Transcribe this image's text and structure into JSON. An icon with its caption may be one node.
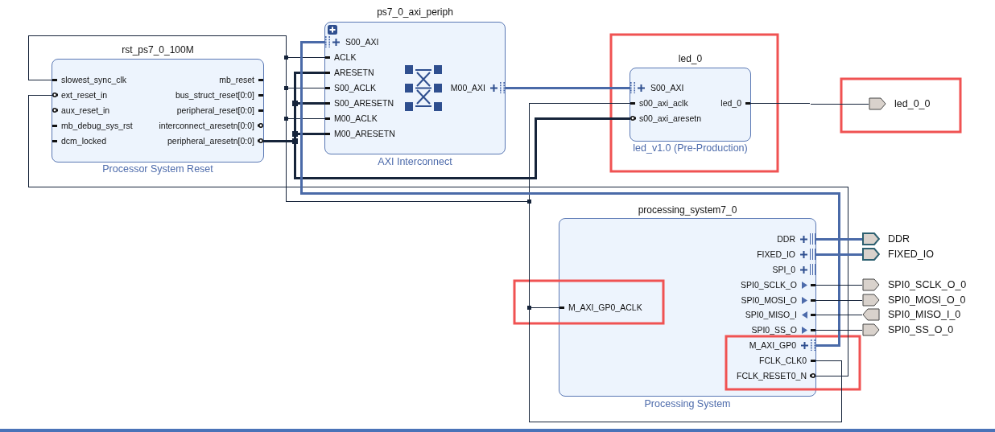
{
  "diagram": {
    "nodes": [
      {
        "text": [
          "rst_ps7_0_100M",
          "Processor System Reset"
        ]
      },
      {
        "text": [
          "slowest_sync_clk"
        ],
        "in": 0
      },
      {
        "text": [
          "ext_reset_in"
        ],
        "in": 0
      },
      {
        "text": [
          "aux_reset_in"
        ],
        "in": 0
      },
      {
        "text": [
          "mb_debug_sys_rst"
        ],
        "in": 0
      },
      {
        "text": [
          "dcm_locked"
        ],
        "in": 0
      },
      {
        "text": [
          "mb_reset"
        ],
        "in": 0
      },
      {
        "text": [
          "bus_struct_reset[0:0]"
        ],
        "in": 0
      },
      {
        "text": [
          "peripheral_reset[0:0]"
        ],
        "in": 0
      },
      {
        "text": [
          "interconnect_aresetn[0:0]"
        ],
        "in": 0
      },
      {
        "text": [
          "peripheral_aresetn[0:0]"
        ],
        "in": 0
      },
      {
        "text": [
          "ps7_0_axi_periph",
          "AXI Interconnect"
        ]
      },
      {
        "text": [
          "S00_AXI"
        ],
        "in": 11
      },
      {
        "text": [
          "ACLK"
        ],
        "in": 11
      },
      {
        "text": [
          "ARESETN"
        ],
        "in": 11
      },
      {
        "text": [
          "S00_ACLK"
        ],
        "in": 11
      },
      {
        "text": [
          "S00_ARESETN"
        ],
        "in": 11
      },
      {
        "text": [
          "M00_ACLK"
        ],
        "in": 11
      },
      {
        "text": [
          "M00_ARESETN"
        ],
        "in": 11
      },
      {
        "text": [
          "M00_AXI"
        ],
        "in": 11
      },
      {
        "text": [
          "led_0",
          "led_v1.0 (Pre-Production)"
        ]
      },
      {
        "text": [
          "S00_AXI"
        ],
        "in": 20
      },
      {
        "text": [
          "s00_axi_aclk"
        ],
        "in": 20
      },
      {
        "text": [
          "s00_axi_aresetn"
        ],
        "in": 20
      },
      {
        "text": [
          "led_0"
        ],
        "in": 20
      },
      {
        "text": [
          "led_0_0"
        ]
      },
      {
        "text": [
          "processing_system7_0",
          "Processing System"
        ]
      },
      {
        "text": [
          "M_AXI_GP0_ACLK"
        ],
        "in": 26
      },
      {
        "text": [
          "DDR"
        ],
        "in": 26
      },
      {
        "text": [
          "FIXED_IO"
        ],
        "in": 26
      },
      {
        "text": [
          "SPI_0"
        ],
        "in": 26
      },
      {
        "text": [
          "SPI0_SCLK_O"
        ],
        "in": 26
      },
      {
        "text": [
          "SPI0_MOSI_O"
        ],
        "in": 26
      },
      {
        "text": [
          "SPI0_MISO_I"
        ],
        "in": 26
      },
      {
        "text": [
          "SPI0_SS_O"
        ],
        "in": 26
      },
      {
        "text": [
          "M_AXI_GP0"
        ],
        "in": 26
      },
      {
        "text": [
          "FCLK_CLK0"
        ],
        "in": 26
      },
      {
        "text": [
          "FCLK_RESET0_N"
        ],
        "in": 26
      },
      {
        "text": [
          "DDR"
        ]
      },
      {
        "text": [
          "FIXED_IO"
        ]
      },
      {
        "text": [
          "SPI0_SCLK_O_0"
        ]
      },
      {
        "text": [
          "SPI0_MOSI_O_0"
        ]
      },
      {
        "text": [
          "SPI0_MISO_I_0"
        ]
      },
      {
        "text": [
          "SPI0_SS_O_0"
        ]
      }
    ],
    "edges": [
      {
        "from": 36,
        "to": 1,
        "arrow": "none"
      },
      {
        "from": 36,
        "to": 13,
        "arrow": "none"
      },
      {
        "from": 36,
        "to": 15,
        "arrow": "none"
      },
      {
        "from": 36,
        "to": 17,
        "arrow": "none"
      },
      {
        "from": 36,
        "to": 22,
        "arrow": "none"
      },
      {
        "from": 36,
        "to": 27,
        "arrow": "none"
      },
      {
        "from": 37,
        "to": 2,
        "arrow": "none"
      },
      {
        "from": 10,
        "to": 14,
        "arrow": "none",
        "style": "thick"
      },
      {
        "from": 10,
        "to": 16,
        "arrow": "none",
        "style": "thick"
      },
      {
        "from": 10,
        "to": 18,
        "arrow": "none",
        "style": "thick"
      },
      {
        "from": 10,
        "to": 23,
        "arrow": "none",
        "style": "thick"
      },
      {
        "from": 35,
        "to": 12,
        "arrow": "none",
        "style": "thick",
        "color": "#4a6aa8"
      },
      {
        "from": 19,
        "to": 21,
        "arrow": "none",
        "style": "thick",
        "color": "#4a6aa8"
      },
      {
        "from": 24,
        "to": 25,
        "arrow": "none"
      },
      {
        "from": 28,
        "to": 38,
        "arrow": "none",
        "style": "thick",
        "color": "#4a6aa8"
      },
      {
        "from": 29,
        "to": 39,
        "arrow": "none",
        "style": "thick",
        "color": "#4a6aa8"
      },
      {
        "from": 31,
        "to": 40,
        "arrow": "none"
      },
      {
        "from": 32,
        "to": 41,
        "arrow": "none"
      },
      {
        "from": 42,
        "to": 33,
        "arrow": "none"
      },
      {
        "from": 34,
        "to": 43,
        "arrow": "none"
      }
    ]
  }
}
